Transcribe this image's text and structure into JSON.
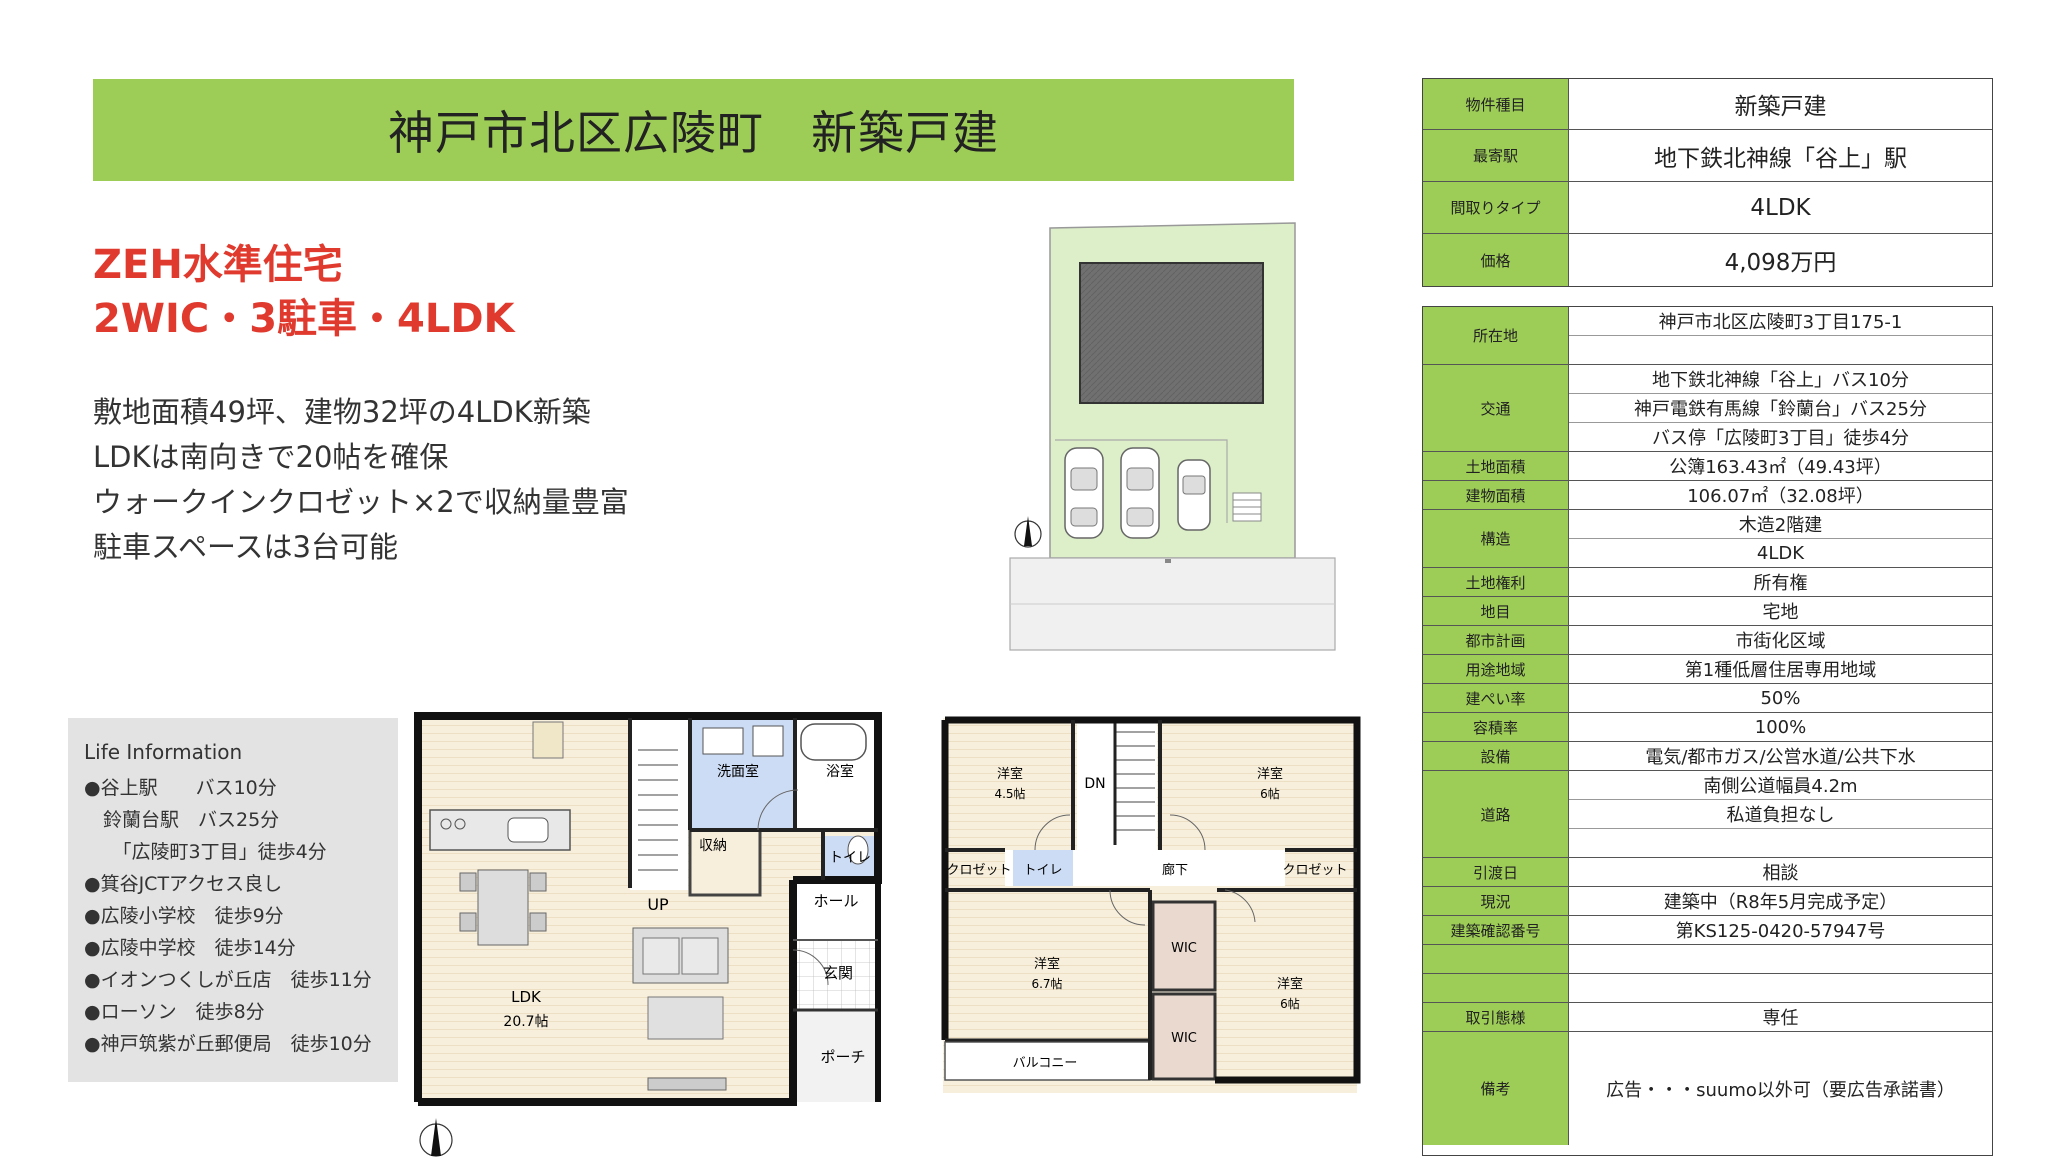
{
  "title": "神戸市北区広陵町　新築戸建",
  "headline": {
    "line1": "ZEH水準住宅",
    "line2": "2WIC・3駐車・4LDK"
  },
  "description": [
    "敷地面積49坪、建物32坪の4LDK新築",
    "LDKは南向きで20帖を確保",
    "ウォークインクロゼット×2で収納量豊富",
    "駐車スペースは3台可能"
  ],
  "life_info": {
    "title": "Life Information",
    "items": [
      "●谷上駅　　バス10分",
      "　鈴蘭台駅　バス25分",
      "　　「広陵町3丁目」徒歩4分",
      "●箕谷JCTアクセス良し",
      "●広陵小学校　徒歩9分",
      "●広陵中学校　徒歩14分",
      "●イオンつくしが丘店　徒歩11分",
      "●ローソン　徒歩8分",
      "●神戸筑紫が丘郵便局　徒歩10分"
    ]
  },
  "summary_table": [
    {
      "label": "物件種目",
      "value": "新築戸建"
    },
    {
      "label": "最寄駅",
      "value": "地下鉄北神線「谷上」駅"
    },
    {
      "label": "間取りタイプ",
      "value": "4LDK"
    },
    {
      "label": "価格",
      "value": "4,098万円"
    }
  ],
  "detail_table": [
    {
      "label": "所在地",
      "values": [
        "神戸市北区広陵町3丁目175-1",
        ""
      ]
    },
    {
      "label": "交通",
      "values": [
        "地下鉄北神線「谷上」バス10分",
        "神戸電鉄有馬線「鈴蘭台」バス25分",
        "バス停「広陵町3丁目」徒歩4分"
      ]
    },
    {
      "label": "土地面積",
      "values": [
        "公簿163.43㎡（49.43坪）"
      ]
    },
    {
      "label": "建物面積",
      "values": [
        "106.07㎡（32.08坪）"
      ]
    },
    {
      "label": "構造",
      "values": [
        "木造2階建",
        "4LDK"
      ]
    },
    {
      "label": "土地権利",
      "values": [
        "所有権"
      ]
    },
    {
      "label": "地目",
      "values": [
        "宅地"
      ]
    },
    {
      "label": "都市計画",
      "values": [
        "市街化区域"
      ]
    },
    {
      "label": "用途地域",
      "values": [
        "第1種低層住居専用地域"
      ]
    },
    {
      "label": "建ぺい率",
      "values": [
        "50%"
      ]
    },
    {
      "label": "容積率",
      "values": [
        "100%"
      ]
    },
    {
      "label": "設備",
      "values": [
        "電気/都市ガス/公営水道/公共下水"
      ]
    },
    {
      "label": "道路",
      "values": [
        "南側公道幅員4.2m",
        "私道負担なし",
        ""
      ]
    },
    {
      "label": "引渡日",
      "values": [
        "相談"
      ]
    },
    {
      "label": "現況",
      "values": [
        "建築中（R8年5月完成予定）"
      ]
    },
    {
      "label": "建築確認番号",
      "values": [
        "第KS125-0420-57947号"
      ]
    },
    {
      "label": "",
      "values": [
        ""
      ]
    },
    {
      "label": "",
      "values": [
        ""
      ]
    },
    {
      "label": "取引態様",
      "values": [
        "専任"
      ]
    },
    {
      "label": "備考",
      "values": [
        "広告・・・suumo以外可（要広告承諾書）"
      ]
    }
  ],
  "floor1_labels": {
    "washroom": "洗面室",
    "bath": "浴室",
    "storage": "収納",
    "toilet": "トイレ",
    "hall": "ホール",
    "up": "UP",
    "entrance": "玄関",
    "porch": "ポーチ",
    "ldk": "LDK",
    "ldk_size": "20.7帖"
  },
  "floor2_labels": {
    "room1": "洋室",
    "room1_size": "4.5帖",
    "room2": "洋室",
    "room2_size": "6帖",
    "room3": "洋室",
    "room3_size": "6.7帖",
    "room4": "洋室",
    "room4_size": "6帖",
    "dn": "DN",
    "closet1": "クロゼット",
    "toilet": "トイレ",
    "corridor": "廊下",
    "closet2": "クロゼット",
    "wic1": "WIC",
    "wic2": "WIC",
    "balcony": "バルコニー"
  },
  "colors": {
    "accent_green": "#9dcd57",
    "headline_red": "#e03a2e",
    "site_green": "#dcefc8",
    "floor_beige": "#f7efdc",
    "wet_blue": "#cddcf5",
    "wic_pink": "#ead9cf"
  }
}
